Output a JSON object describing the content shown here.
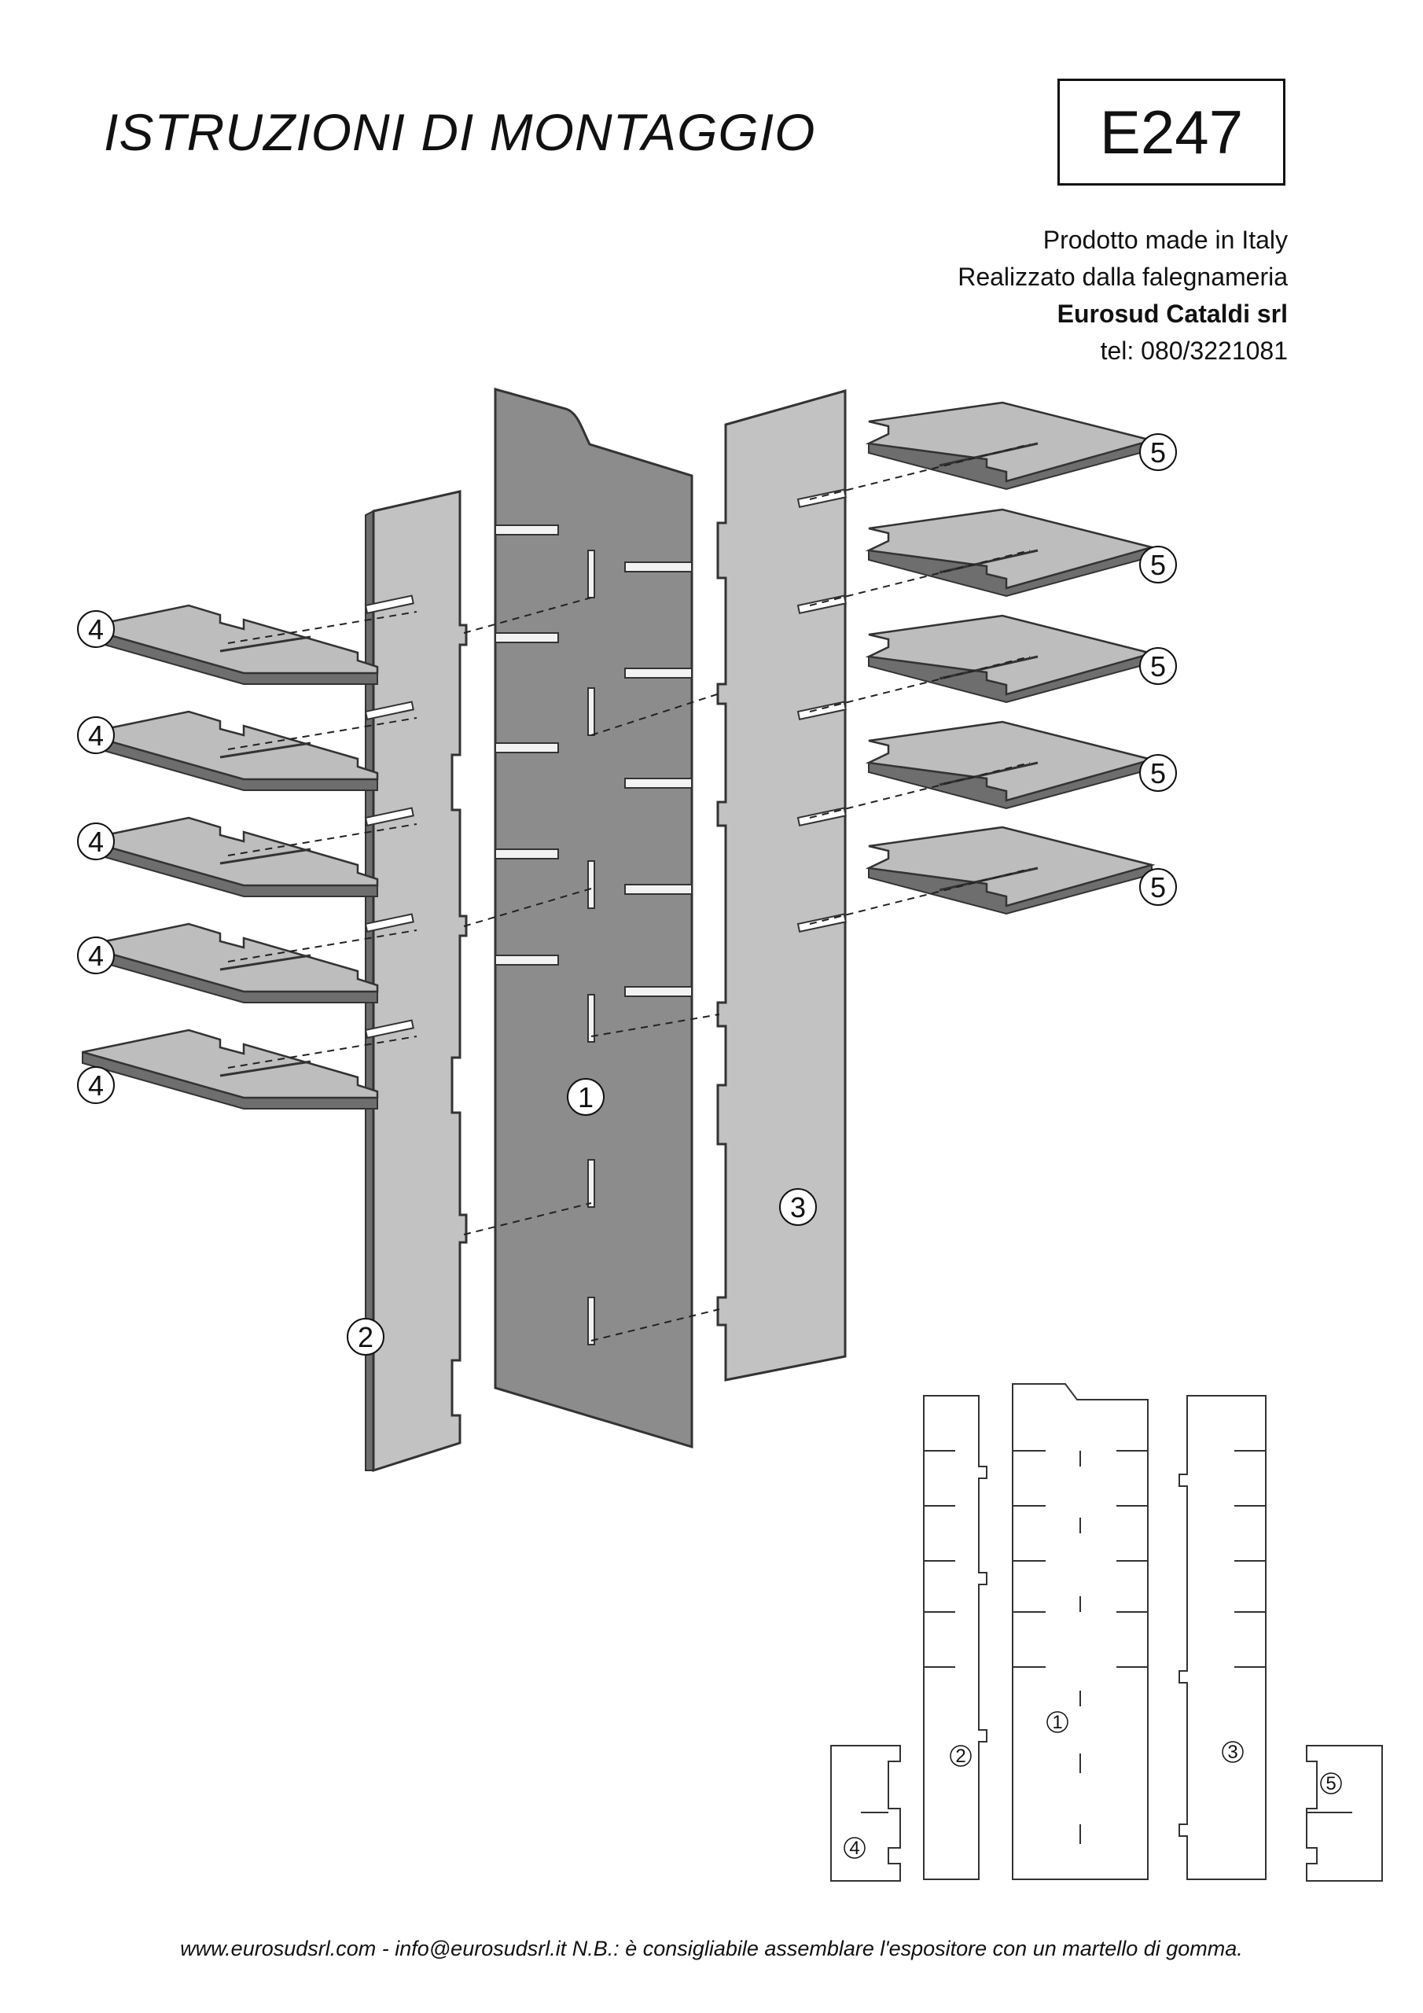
{
  "header": {
    "title": "ISTRUZIONI DI MONTAGGIO",
    "code": "E247"
  },
  "info": {
    "line1": "Prodotto made in Italy",
    "line2": "Realizzato dalla falegnameria",
    "company": "Eurosud Cataldi srl",
    "phone": "tel: 080/3221081"
  },
  "parts": {
    "p1": "1",
    "p2": "2",
    "p3": "3",
    "p4": "4",
    "p5": "5"
  },
  "footer": {
    "text": "www.eurosudsrl.com - info@eurosudsrl.it  N.B.: è consigliabile assemblare l'espositore con un martello di gomma."
  },
  "colors": {
    "panel_dark": "#8c8c8c",
    "panel_light": "#c2c2c2",
    "shelf": "#bdbdbd",
    "outline": "#333333"
  }
}
